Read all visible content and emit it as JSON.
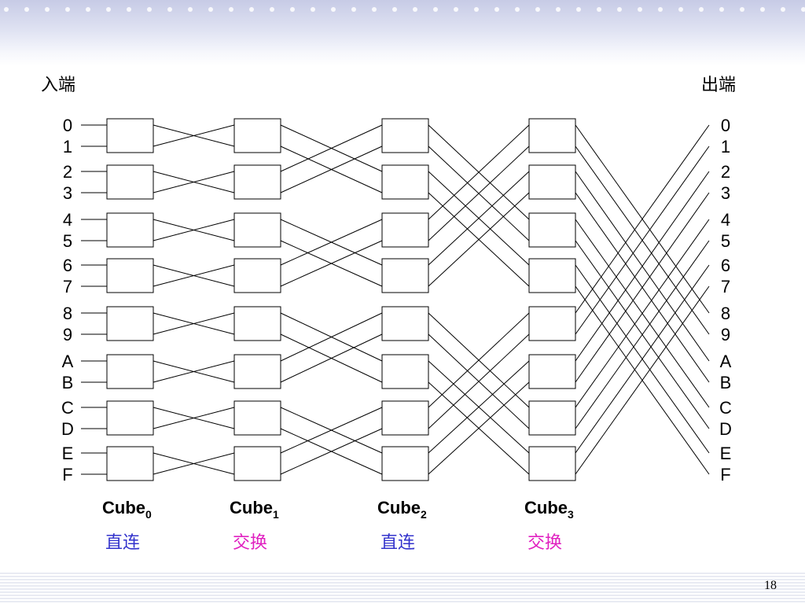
{
  "slide": {
    "input_side_label": "入端",
    "output_side_label": "出端",
    "page_number": "18"
  },
  "ports": [
    "0",
    "1",
    "2",
    "3",
    "4",
    "5",
    "6",
    "7",
    "8",
    "9",
    "A",
    "B",
    "C",
    "D",
    "E",
    "F"
  ],
  "stages": [
    {
      "name_base": "Cube",
      "name_sub": "0",
      "mode": "直连",
      "mode_color": "#3333cc",
      "kind": "straight"
    },
    {
      "name_base": "Cube",
      "name_sub": "1",
      "mode": "交换",
      "mode_color": "#e020c0",
      "kind": "exchange"
    },
    {
      "name_base": "Cube",
      "name_sub": "2",
      "mode": "直连",
      "mode_color": "#3333cc",
      "kind": "straight"
    },
    {
      "name_base": "Cube",
      "name_sub": "3",
      "mode": "交换",
      "mode_color": "#e020c0",
      "kind": "exchange"
    }
  ]
}
